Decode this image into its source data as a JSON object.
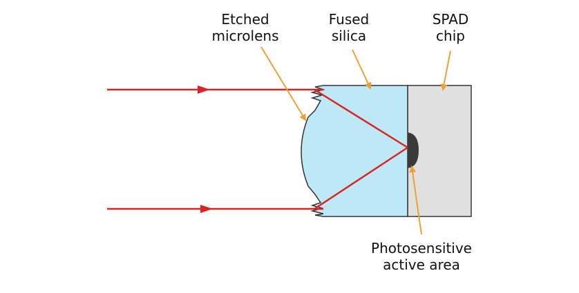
{
  "labels": {
    "microlens": [
      "Etched",
      "microlens"
    ],
    "silica": [
      "Fused",
      "silica"
    ],
    "spad": [
      "SPAD",
      "chip"
    ],
    "active_area": [
      "Photosensitive",
      "active area"
    ]
  },
  "colors": {
    "beam": "#dd2222",
    "silica_fill": "#bde8f8",
    "chip_fill": "#e0e0e0",
    "active_area_fill": "#3a3a3a",
    "pointer": "#f0a030",
    "outline": "#333333"
  }
}
